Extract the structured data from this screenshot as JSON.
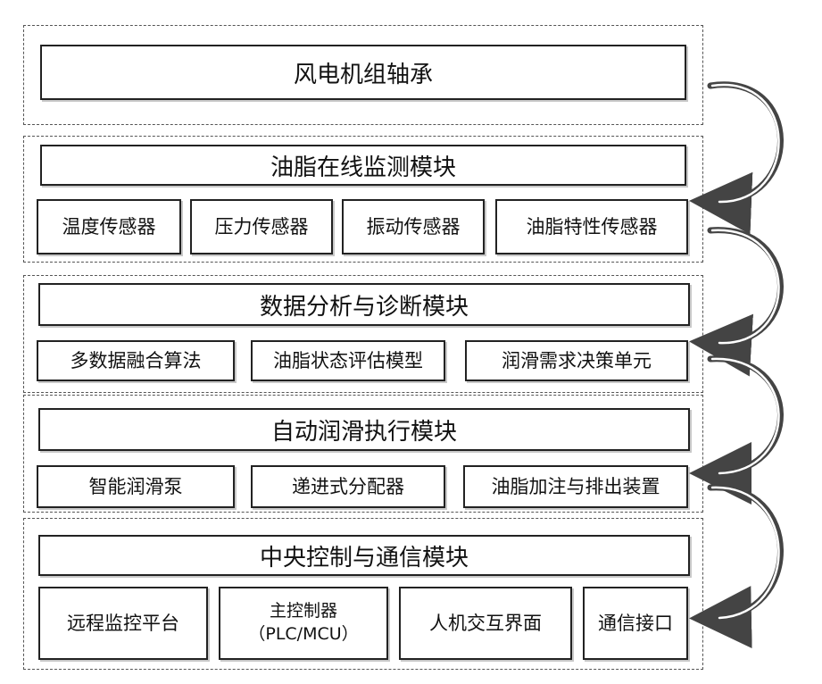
{
  "layers": [
    {
      "title": "风电机组轴承",
      "items": []
    },
    {
      "title": "油脂在线监测模块",
      "items": [
        "温度传感器",
        "压力传感器",
        "振动传感器",
        "油脂特性传感器"
      ]
    },
    {
      "title": "数据分析与诊断模块",
      "items": [
        "多数据融合算法",
        "油脂状态评估模型",
        "润滑需求决策单元"
      ]
    },
    {
      "title": "自动润滑执行模块",
      "items": [
        "智能润滑泵",
        "递进式分配器",
        "油脂加注与排出装置"
      ]
    },
    {
      "title": "中央控制与通信模块",
      "items": [
        "远程监控平台",
        "主控制器",
        "人机交互界面",
        "通信接口"
      ],
      "controller_sub": "（PLC/MCU）"
    }
  ]
}
